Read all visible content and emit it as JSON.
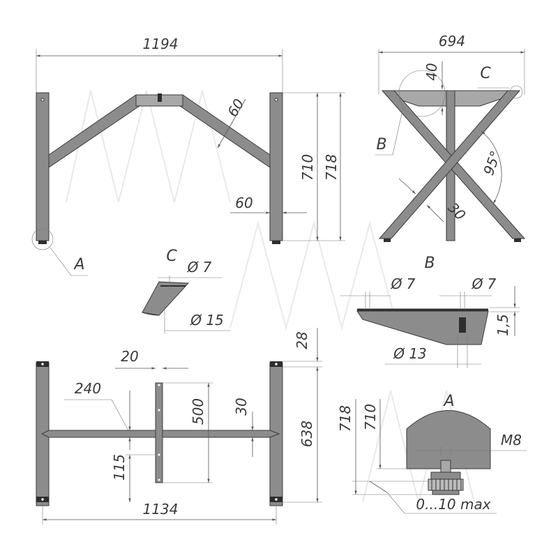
{
  "colors": {
    "part": "#8c8c8c",
    "line": "#555555",
    "text": "#3a3a3a"
  },
  "front_view": {
    "width": "1194",
    "height_outer": "718",
    "height_inner": "710",
    "beam": "60",
    "leg": "60",
    "callout": "A"
  },
  "side_view": {
    "width": "694",
    "top_drop": "40",
    "angle": "95°",
    "bar": "30",
    "callout_b": "B",
    "callout_c": "C"
  },
  "detail_c": {
    "title": "C",
    "hole_small": "Ø 7",
    "hole_large": "Ø 15"
  },
  "detail_b": {
    "title": "B",
    "hole_left": "Ø 7",
    "hole_right": "Ø 7",
    "thickness": "1,5",
    "hole_bottom": "Ø 13"
  },
  "plan_view": {
    "top_gap": "28",
    "spacing": "20",
    "offset": "240",
    "bar_len": "500",
    "bar_w": "30",
    "depth": "638",
    "lower": "115",
    "length": "1134"
  },
  "detail_a": {
    "title": "A",
    "h_outer": "718",
    "h_inner": "710",
    "thread": "M8",
    "adjust": "0...10 max"
  }
}
